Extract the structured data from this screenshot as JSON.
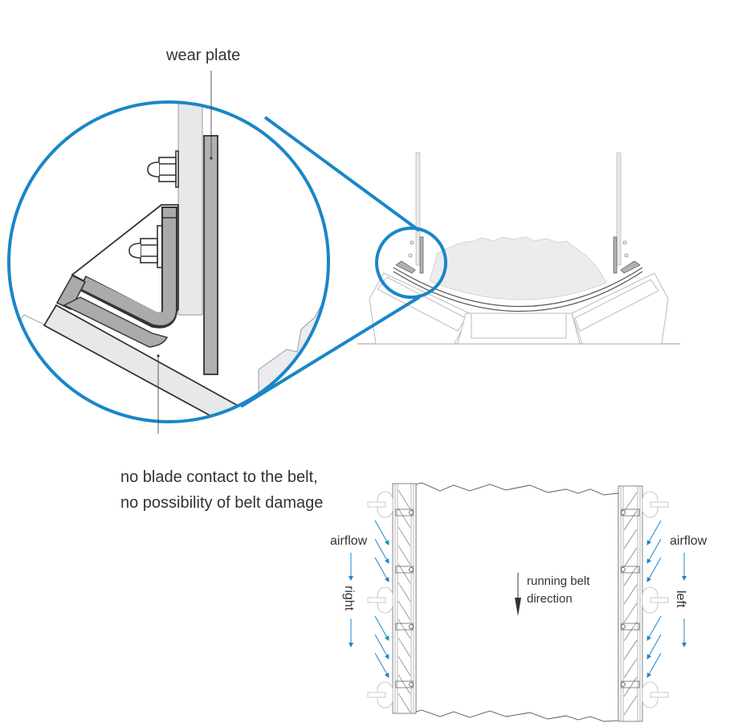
{
  "labels": {
    "wear_plate": "wear plate",
    "no_contact_line1": "no blade contact to the belt,",
    "no_contact_line2": "no possibility of belt damage",
    "airflow_left": "airflow",
    "airflow_right": "airflow",
    "right": "right",
    "left": "left",
    "running_belt_line1": "running belt",
    "running_belt_line2": "direction"
  },
  "colors": {
    "accent_blue": "#1a86c8",
    "dark_stroke": "#333333",
    "plate_grey": "#b0b1b3",
    "light_grey": "#e6e8ea"
  }
}
